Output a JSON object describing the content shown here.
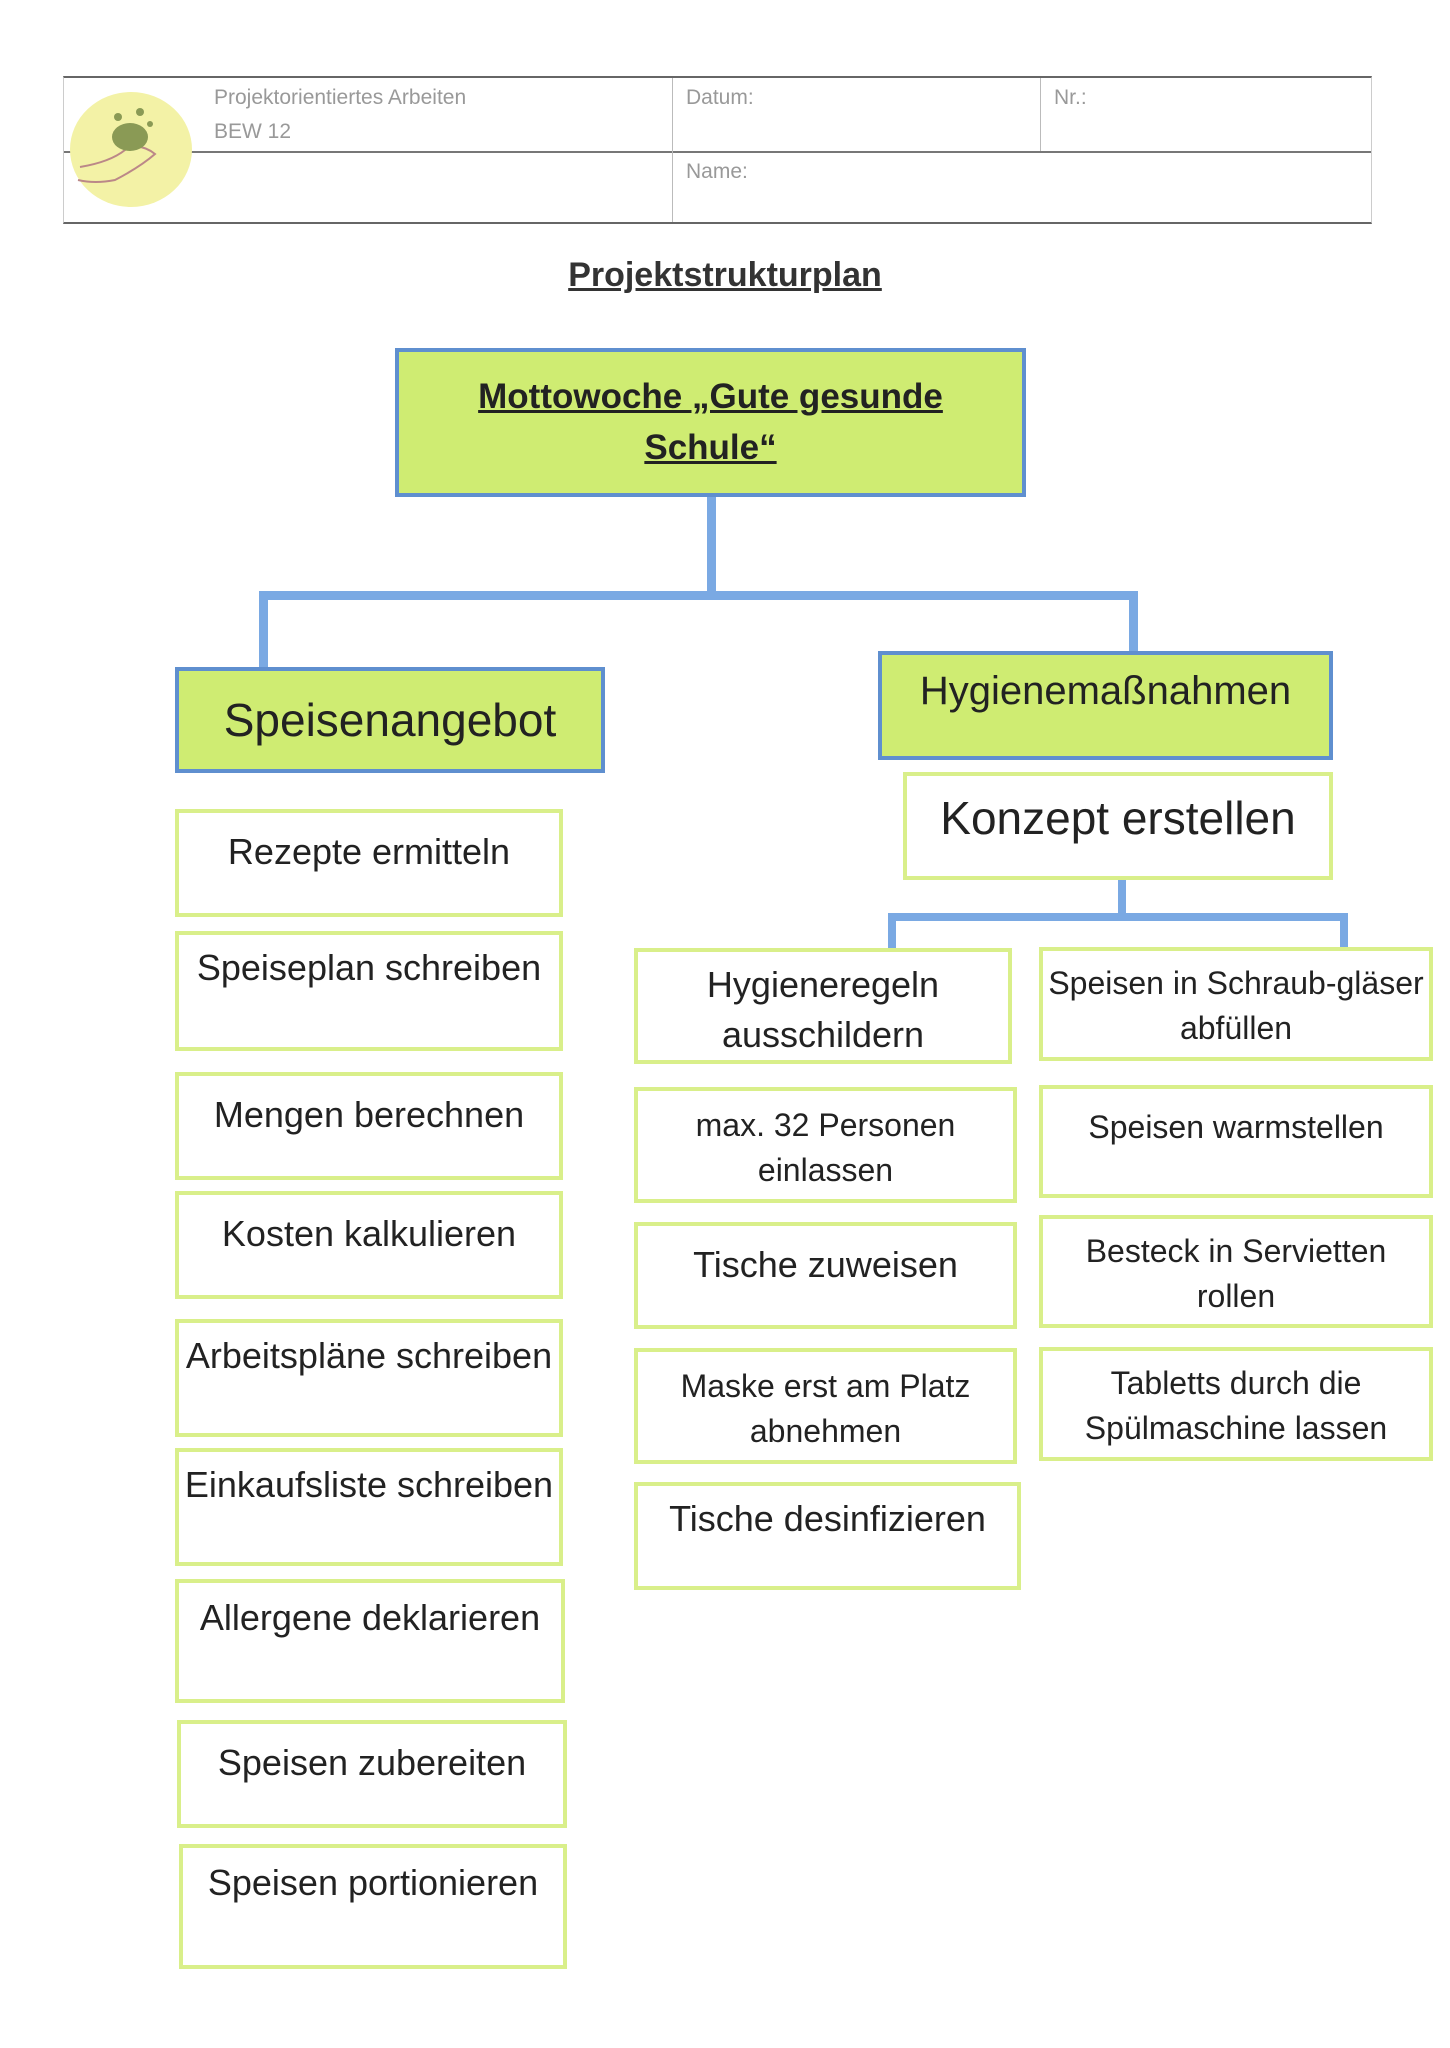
{
  "header": {
    "course": "Projektorientiertes Arbeiten",
    "class": "BEW 12",
    "date_label": "Datum:",
    "number_label": "Nr.:",
    "name_label": "Name:"
  },
  "document_title": "Projektstrukturplan",
  "root": {
    "line1": "Mottowoche „Gute gesunde",
    "line2": "Schule“"
  },
  "branches": {
    "left": {
      "title": "Speisenangebot",
      "items": [
        "Rezepte ermitteln",
        "Speiseplan schreiben",
        "Mengen berechnen",
        "Kosten kalkulieren",
        "Arbeitspläne schreiben",
        "Einkaufsliste schreiben",
        "Allergene deklarieren",
        "Speisen zubereiten",
        "Speisen portionieren"
      ]
    },
    "right": {
      "title": "Hygienemaßnahmen",
      "subtitle": "Konzept erstellen",
      "col1": [
        "Hygieneregeln ausschildern",
        "max. 32 Personen einlassen",
        "Tische zuweisen",
        "Maske erst am Platz abnehmen",
        "Tische desinfizieren"
      ],
      "col2": [
        "Speisen in Schraub-gläser abfüllen",
        "Speisen warmstellen",
        "Besteck in Servietten rollen",
        "Tabletts durch die Spülmaschine lassen"
      ]
    }
  },
  "colors": {
    "green_fill": "#cfec72",
    "blue_border": "#5f8fcf",
    "connector": "#7aa9e3",
    "box_border": "#d9ef8a"
  }
}
